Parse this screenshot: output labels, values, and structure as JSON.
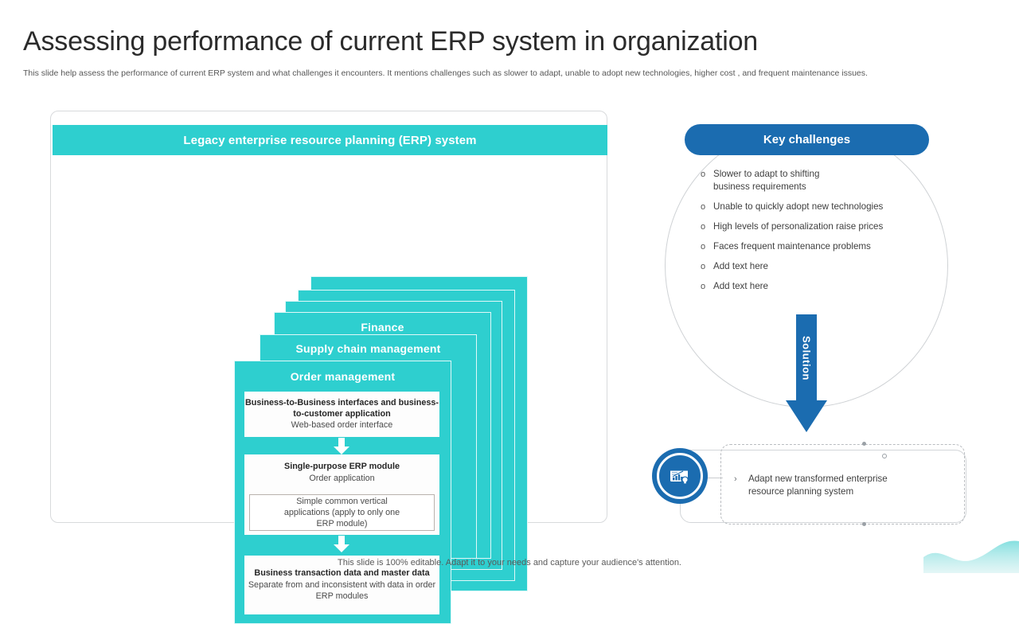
{
  "header": {
    "title": "Assessing performance of current ERP system in organization",
    "subtitle": "This slide help assess the performance of current ERP system and what challenges it encounters. It mentions challenges such as slower to adapt, unable to adopt new technologies, higher cost , and frequent maintenance issues."
  },
  "left_panel": {
    "banner": "Legacy enterprise resource planning (ERP) system",
    "stack_cards": [
      {
        "label": ""
      },
      {
        "label": ""
      },
      {
        "label": ""
      },
      {
        "label": "Finance"
      },
      {
        "label": "Supply chain management"
      },
      {
        "label": "Order management"
      }
    ],
    "ellipsis": "• • •",
    "boxes": [
      {
        "bold": "Business-to-Business interfaces and\nbusiness-to-customer application",
        "normal": "Web-based order interface"
      },
      {
        "bold": "Single-purpose  ERP  module",
        "normal": "Order application",
        "sub": "Simple common vertical\napplications (apply to only one\nERP module)"
      },
      {
        "bold": "Business  transaction  data and\nmaster data",
        "normal": "Separate from and inconsistent with\ndata in order ERP modules"
      }
    ]
  },
  "right_panel": {
    "key_challenges_title": "Key challenges",
    "bullet_glyph": "o",
    "challenges": [
      "Slower to adapt to shifting\nbusiness requirements",
      "Unable  to quickly adopt new technologies",
      "High  levels  of personalization  raise  prices",
      "Faces frequent  maintenance  problems",
      "Add text here",
      "Add text here"
    ],
    "solution_label": "Solution",
    "solution_chevron": "›",
    "solution_text": "Adapt new transformed  enterprise\nresource  planning  system",
    "solution_icon": "analytics-lightbulb-icon"
  },
  "footer": {
    "note": "This slide is 100% editable. Adapt it to your needs and capture your audience's attention."
  },
  "colors": {
    "teal": "#2ecfcf",
    "blue": "#1b6cb0",
    "text_dark": "#2b2b2b",
    "text_muted": "#575757",
    "panel_border": "#d8dadc"
  }
}
